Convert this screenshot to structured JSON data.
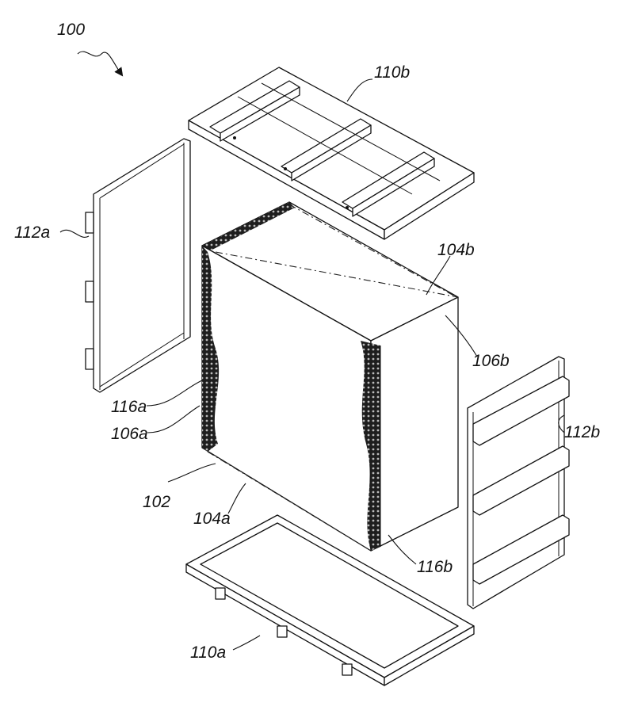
{
  "figure": {
    "labels": {
      "assembly": "100",
      "top_panel": "110b",
      "bottom_frame": "110a",
      "left_panel": "112a",
      "right_panel": "112b",
      "core": "102",
      "top_face": "104b",
      "bottom_face": "104a",
      "left_side": "106a",
      "right_side": "106b",
      "left_edge": "116a",
      "right_edge": "116b"
    },
    "icons": {
      "pointer_arrow": "squiggle-arrow-icon"
    }
  }
}
